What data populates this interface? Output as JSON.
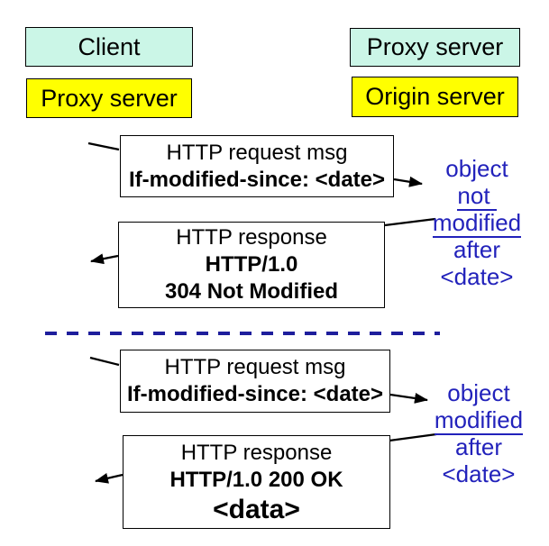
{
  "actors": {
    "left": {
      "row1": "Client",
      "row2": "Proxy server"
    },
    "right": {
      "row1": "Proxy server",
      "row2": "Origin server"
    }
  },
  "case1": {
    "request": {
      "title": "HTTP request msg",
      "header_line": "If-modified-since: <date>"
    },
    "response": {
      "title": "HTTP response",
      "status_line1": "HTTP/1.0",
      "status_line2": "304 Not Modified"
    },
    "annotation": {
      "line1": "object",
      "line2": "not",
      "line3": "modified",
      "line4": "after",
      "line5": "<date>",
      "underlined_words": "not, modified"
    }
  },
  "case2": {
    "request": {
      "title": "HTTP request msg",
      "header_line": "If-modified-since: <date>"
    },
    "response": {
      "title": "HTTP response",
      "status_line1": "HTTP/1.0 200 OK",
      "body": "<data>"
    },
    "annotation": {
      "line1": "object",
      "line2": "modified",
      "line3": "after",
      "line4": "<date>",
      "underlined_words": "modified"
    }
  },
  "colors": {
    "client_box_fill": "#cbf6e7",
    "server_box_fill": "#ffff00",
    "annotation_blue": "#2222bb",
    "divider_blue": "#1e1e9c",
    "wire_black": "#000000"
  }
}
